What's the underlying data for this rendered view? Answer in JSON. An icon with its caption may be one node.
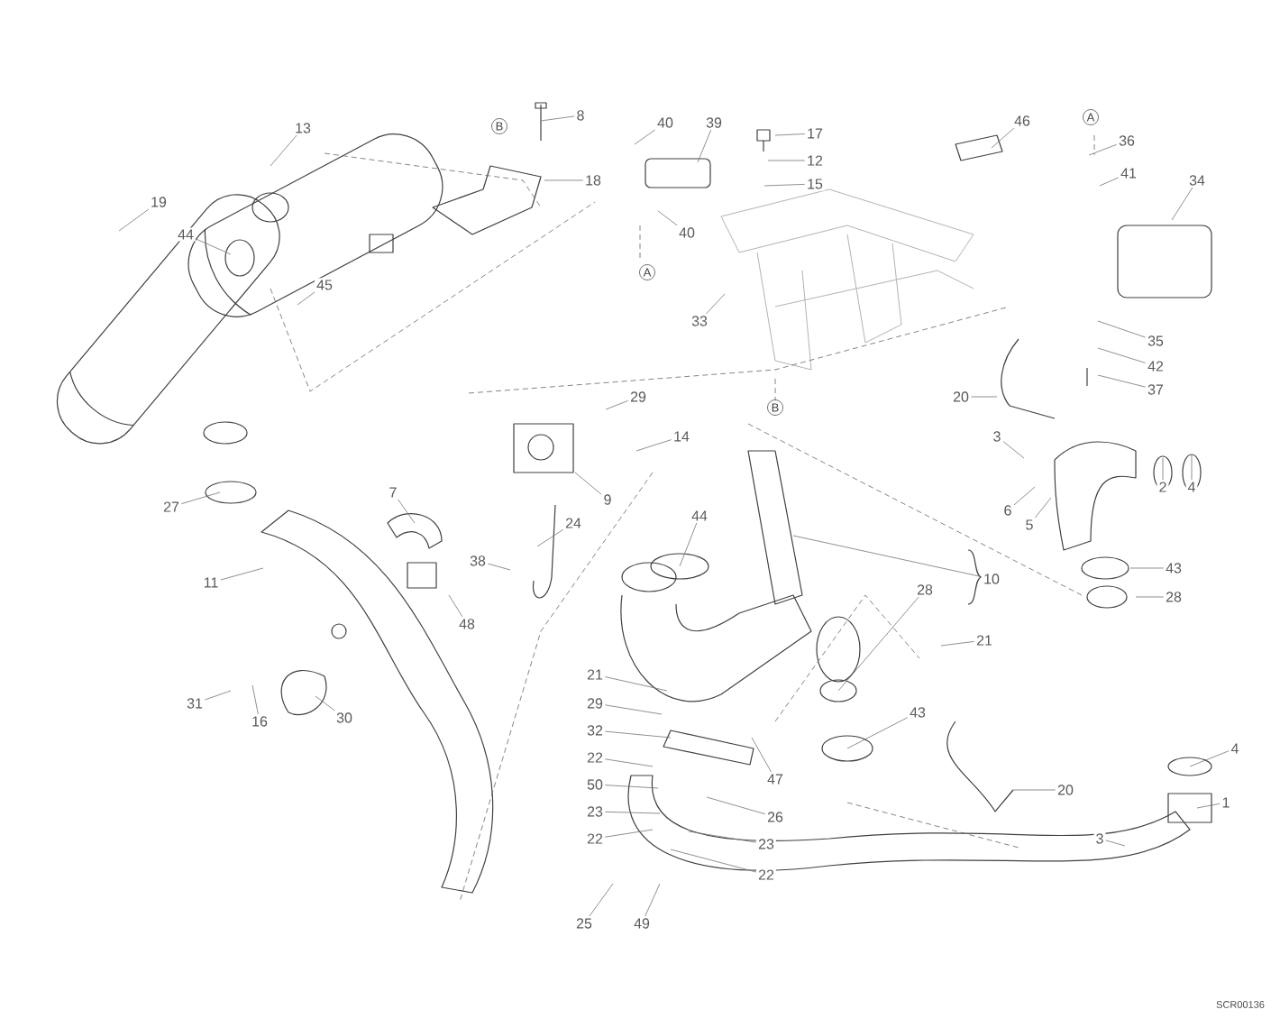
{
  "diagram": {
    "nodes": [
      {
        "text": [
          "13"
        ]
      },
      {
        "text": [
          "B"
        ]
      },
      {
        "text": [
          "8"
        ]
      },
      {
        "text": [
          "18"
        ]
      },
      {
        "text": [
          "19"
        ]
      },
      {
        "text": [
          "44"
        ]
      },
      {
        "text": [
          "45"
        ]
      },
      {
        "text": [
          "40"
        ]
      },
      {
        "text": [
          "39"
        ]
      },
      {
        "text": [
          "17"
        ]
      },
      {
        "text": [
          "12"
        ]
      },
      {
        "text": [
          "15"
        ]
      },
      {
        "text": [
          "40"
        ]
      },
      {
        "text": [
          "A"
        ]
      },
      {
        "text": [
          "33"
        ]
      },
      {
        "text": [
          "46"
        ]
      },
      {
        "text": [
          "A"
        ]
      },
      {
        "text": [
          "36"
        ]
      },
      {
        "text": [
          "41"
        ]
      },
      {
        "text": [
          "34"
        ]
      },
      {
        "text": [
          "35"
        ]
      },
      {
        "text": [
          "42"
        ]
      },
      {
        "text": [
          "37"
        ]
      },
      {
        "text": [
          "20"
        ]
      },
      {
        "text": [
          "B"
        ]
      },
      {
        "text": [
          "29"
        ]
      },
      {
        "text": [
          "14"
        ]
      },
      {
        "text": [
          "3"
        ]
      },
      {
        "text": [
          "2"
        ]
      },
      {
        "text": [
          "4"
        ]
      },
      {
        "text": [
          "9"
        ]
      },
      {
        "text": [
          "27"
        ]
      },
      {
        "text": [
          "7"
        ]
      },
      {
        "text": [
          "24"
        ]
      },
      {
        "text": [
          "6"
        ]
      },
      {
        "text": [
          "5"
        ]
      },
      {
        "text": [
          "44"
        ]
      },
      {
        "text": [
          "38"
        ]
      },
      {
        "text": [
          "43"
        ]
      },
      {
        "text": [
          "11"
        ]
      },
      {
        "text": [
          "28"
        ]
      },
      {
        "text": [
          "28"
        ]
      },
      {
        "text": [
          "48"
        ]
      },
      {
        "text": [
          "21"
        ]
      },
      {
        "text": [
          "21"
        ]
      },
      {
        "text": [
          "31"
        ]
      },
      {
        "text": [
          "29"
        ]
      },
      {
        "text": [
          "43"
        ]
      },
      {
        "text": [
          "16"
        ]
      },
      {
        "text": [
          "30"
        ]
      },
      {
        "text": [
          "32"
        ]
      },
      {
        "text": [
          "4"
        ]
      },
      {
        "text": [
          "22"
        ]
      },
      {
        "text": [
          "47"
        ]
      },
      {
        "text": [
          "50"
        ]
      },
      {
        "text": [
          "20"
        ]
      },
      {
        "text": [
          "1"
        ]
      },
      {
        "text": [
          "23"
        ]
      },
      {
        "text": [
          "26"
        ]
      },
      {
        "text": [
          "22"
        ]
      },
      {
        "text": [
          "3"
        ]
      },
      {
        "text": [
          "23"
        ]
      },
      {
        "text": [
          "22"
        ]
      },
      {
        "text": [
          "25"
        ]
      },
      {
        "text": [
          "49"
        ]
      },
      {
        "text": [
          "10"
        ]
      }
    ],
    "edges": [
      {
        "from": 0,
        "to": null,
        "arrow": "none"
      },
      {
        "from": 2,
        "to": null,
        "arrow": "none"
      },
      {
        "from": 3,
        "to": null,
        "arrow": "none"
      },
      {
        "from": 4,
        "to": null,
        "arrow": "none"
      },
      {
        "from": 5,
        "to": null,
        "arrow": "none"
      },
      {
        "from": 6,
        "to": null,
        "arrow": "none"
      },
      {
        "from": 7,
        "to": null,
        "arrow": "none"
      },
      {
        "from": 8,
        "to": null,
        "arrow": "none"
      },
      {
        "from": 9,
        "to": null,
        "arrow": "none"
      },
      {
        "from": 10,
        "to": null,
        "arrow": "none"
      },
      {
        "from": 11,
        "to": null,
        "arrow": "none"
      },
      {
        "from": 12,
        "to": null,
        "arrow": "none"
      },
      {
        "from": 14,
        "to": null,
        "arrow": "none"
      },
      {
        "from": 15,
        "to": null,
        "arrow": "none"
      },
      {
        "from": 17,
        "to": null,
        "arrow": "none"
      },
      {
        "from": 18,
        "to": null,
        "arrow": "none"
      },
      {
        "from": 19,
        "to": null,
        "arrow": "none"
      },
      {
        "from": 20,
        "to": null,
        "arrow": "none"
      },
      {
        "from": 21,
        "to": null,
        "arrow": "none"
      },
      {
        "from": 22,
        "to": null,
        "arrow": "none"
      },
      {
        "from": 23,
        "to": null,
        "arrow": "none"
      },
      {
        "from": 25,
        "to": null,
        "arrow": "none"
      },
      {
        "from": 26,
        "to": null,
        "arrow": "none"
      },
      {
        "from": 27,
        "to": null,
        "arrow": "none"
      },
      {
        "from": 28,
        "to": null,
        "arrow": "none"
      },
      {
        "from": 29,
        "to": null,
        "arrow": "none"
      },
      {
        "from": 30,
        "to": null,
        "arrow": "none"
      },
      {
        "from": 31,
        "to": null,
        "arrow": "none"
      },
      {
        "from": 32,
        "to": null,
        "arrow": "none"
      },
      {
        "from": 33,
        "to": null,
        "arrow": "none"
      },
      {
        "from": 34,
        "to": null,
        "arrow": "none"
      },
      {
        "from": 35,
        "to": null,
        "arrow": "none"
      },
      {
        "from": 36,
        "to": null,
        "arrow": "none"
      },
      {
        "from": 37,
        "to": null,
        "arrow": "none"
      },
      {
        "from": 38,
        "to": null,
        "arrow": "none"
      },
      {
        "from": 39,
        "to": null,
        "arrow": "none"
      },
      {
        "from": 40,
        "to": null,
        "arrow": "none"
      },
      {
        "from": 41,
        "to": null,
        "arrow": "none"
      },
      {
        "from": 42,
        "to": null,
        "arrow": "none"
      },
      {
        "from": 43,
        "to": null,
        "arrow": "none"
      },
      {
        "from": 44,
        "to": null,
        "arrow": "none"
      },
      {
        "from": 45,
        "to": null,
        "arrow": "none"
      },
      {
        "from": 46,
        "to": null,
        "arrow": "none"
      },
      {
        "from": 47,
        "to": null,
        "arrow": "none"
      },
      {
        "from": 48,
        "to": null,
        "arrow": "none"
      },
      {
        "from": 49,
        "to": null,
        "arrow": "none"
      },
      {
        "from": 50,
        "to": null,
        "arrow": "none"
      },
      {
        "from": 51,
        "to": null,
        "arrow": "none"
      },
      {
        "from": 52,
        "to": null,
        "arrow": "none"
      },
      {
        "from": 53,
        "to": null,
        "arrow": "none"
      },
      {
        "from": 54,
        "to": null,
        "arrow": "none"
      },
      {
        "from": 55,
        "to": null,
        "arrow": "none"
      },
      {
        "from": 56,
        "to": null,
        "arrow": "none"
      },
      {
        "from": 57,
        "to": null,
        "arrow": "none"
      },
      {
        "from": 58,
        "to": null,
        "arrow": "none"
      },
      {
        "from": 59,
        "to": null,
        "arrow": "none"
      },
      {
        "from": 60,
        "to": null,
        "arrow": "none"
      },
      {
        "from": 61,
        "to": null,
        "arrow": "none"
      },
      {
        "from": 62,
        "to": null,
        "arrow": "none"
      },
      {
        "from": 63,
        "to": null,
        "arrow": "none"
      },
      {
        "from": 64,
        "to": null,
        "arrow": "none"
      },
      {
        "from": 65,
        "to": null,
        "arrow": "none"
      }
    ],
    "labels": [
      "SCR00136"
    ]
  }
}
